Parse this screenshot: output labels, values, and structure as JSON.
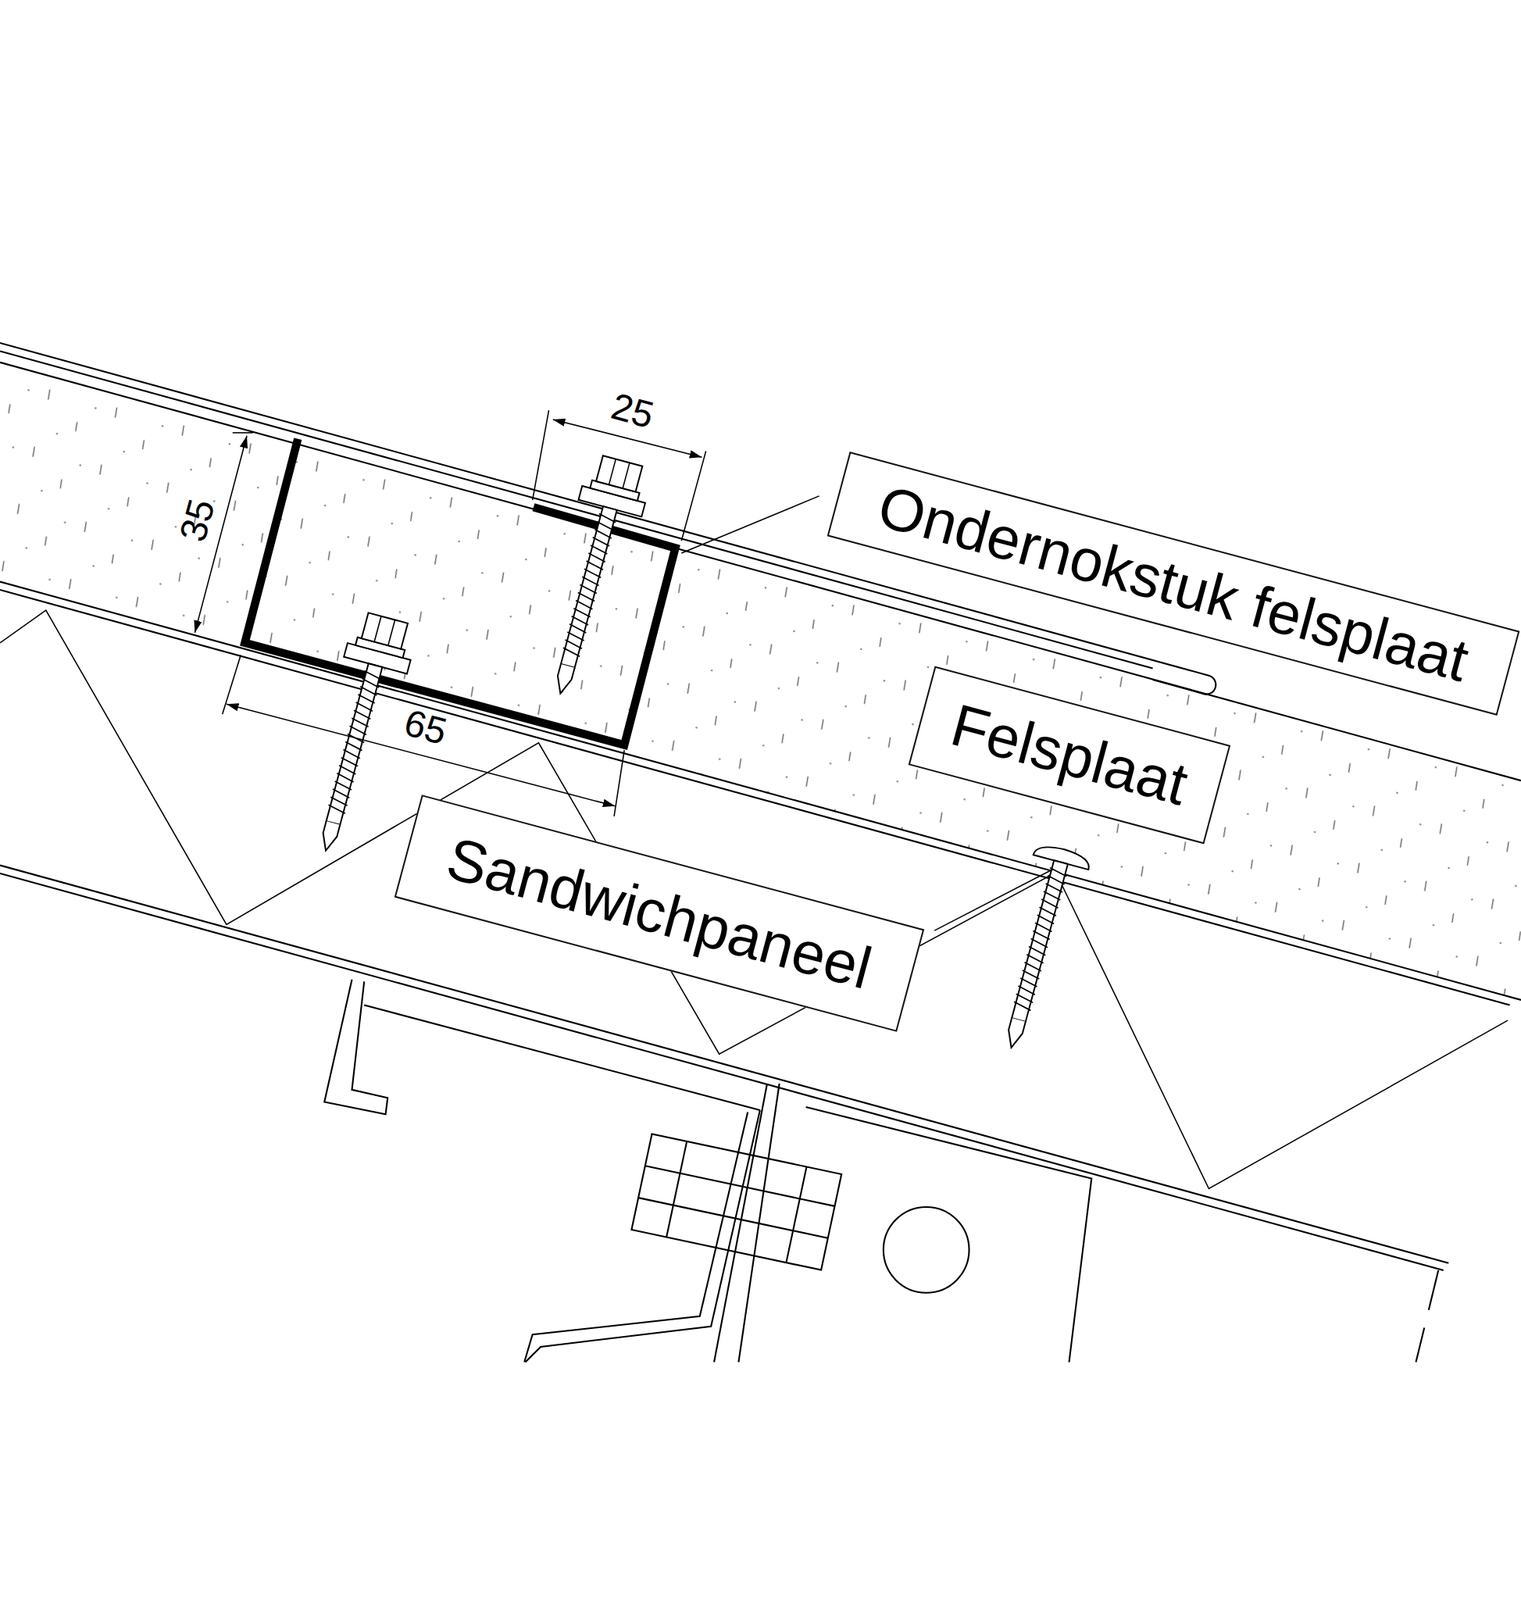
{
  "diagram": {
    "nodes": [
      {
        "text": [
          "Ondernokstuk felsplaat"
        ]
      },
      {
        "text": [
          "Felsplaat"
        ]
      },
      {
        "text": [
          "Sandwichpaneel"
        ]
      }
    ],
    "labels": [
      "25",
      "35",
      "65"
    ]
  }
}
